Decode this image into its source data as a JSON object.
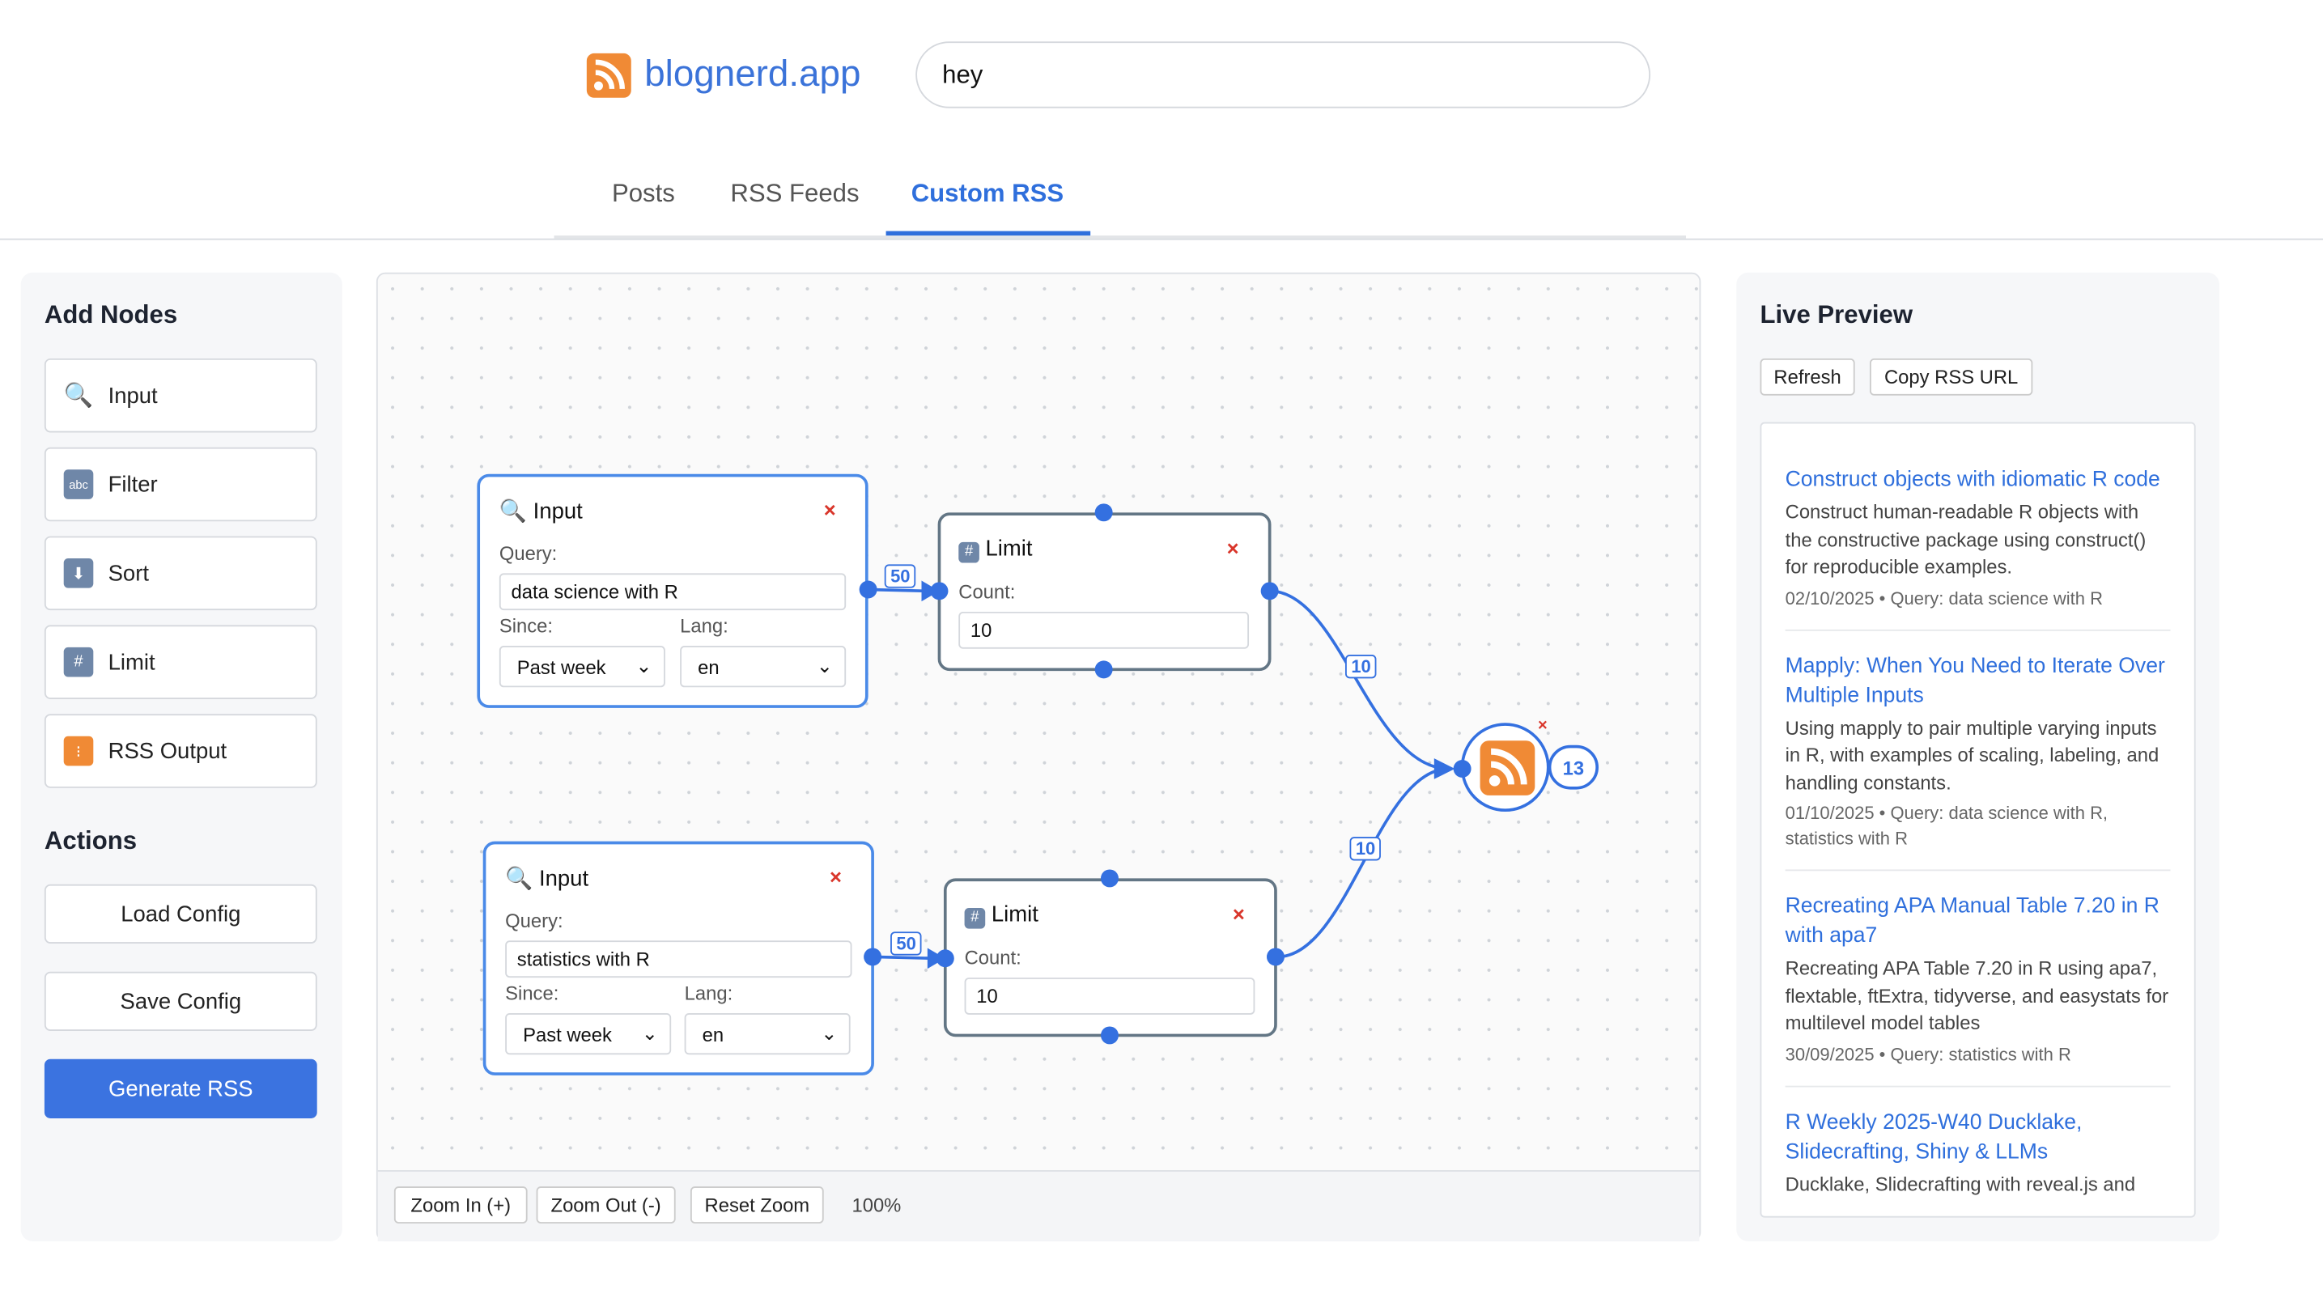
{
  "header": {
    "brand": "blognerd.app",
    "search_value": "hey",
    "brand_color": "#f08a35",
    "accent": "#2f6fdc"
  },
  "tabs": [
    {
      "label": "Posts"
    },
    {
      "label": "RSS Feeds"
    },
    {
      "label": "Custom RSS",
      "active": true
    }
  ],
  "sidebar": {
    "title": "Add Nodes",
    "items": [
      {
        "label": "Input",
        "icon": "magnifier-icon"
      },
      {
        "label": "Filter",
        "icon": "abc-icon"
      },
      {
        "label": "Sort",
        "icon": "down-arrow-icon"
      },
      {
        "label": "Limit",
        "icon": "hash-icon"
      },
      {
        "label": "RSS Output",
        "icon": "rss-icon"
      }
    ],
    "actions_title": "Actions",
    "load": "Load Config",
    "save": "Save Config",
    "generate": "Generate RSS"
  },
  "canvas": {
    "nodes": [
      {
        "title": "Input",
        "query_label": "Query:",
        "query": "data science with R",
        "since_label": "Since:",
        "since": "Past week",
        "lang_label": "Lang:",
        "lang": "en"
      },
      {
        "title": "Limit",
        "count_label": "Count:",
        "count": "10"
      },
      {
        "title": "Input",
        "query_label": "Query:",
        "query": "statistics with R",
        "since_label": "Since:",
        "since": "Past week",
        "lang_label": "Lang:",
        "lang": "en"
      },
      {
        "title": "Limit",
        "count_label": "Count:",
        "count": "10"
      }
    ],
    "edges": [
      "50",
      "10",
      "50",
      "10"
    ],
    "output_count": "13",
    "zoom_in": "Zoom In (+)",
    "zoom_out": "Zoom Out (-)",
    "reset": "Reset Zoom",
    "zoom_level": "100%"
  },
  "preview": {
    "title": "Live Preview",
    "refresh": "Refresh",
    "copy": "Copy RSS URL",
    "posts": [
      {
        "title": "Construct objects with idiomatic R code",
        "desc": "Construct human-readable R objects with the constructive package using construct() for reproducible examples.",
        "meta": "02/10/2025 • Query: data science with R"
      },
      {
        "title": "Mapply: When You Need to Iterate Over Multiple Inputs",
        "desc": "Using mapply to pair multiple varying inputs in R, with examples of scaling, labeling, and handling constants.",
        "meta": "01/10/2025 • Query: data science with R, statistics with R"
      },
      {
        "title": "Recreating APA Manual Table 7.20 in R with apa7",
        "desc": "Recreating APA Table 7.20 in R using apa7, flextable, ftExtra, tidyverse, and easystats for multilevel model tables",
        "meta": "30/09/2025 • Query: statistics with R"
      },
      {
        "title": "R Weekly 2025-W40 Ducklake, Slidecrafting, Shiny & LLMs",
        "desc": "Ducklake, Slidecrafting with reveal.js and",
        "meta": ""
      }
    ]
  }
}
